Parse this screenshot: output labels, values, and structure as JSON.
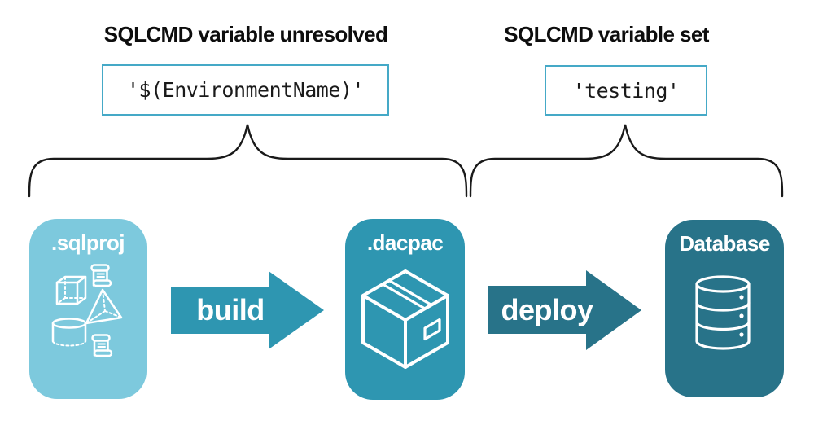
{
  "annotations": {
    "unresolved": {
      "title": "SQLCMD variable unresolved",
      "code": "'$(EnvironmentName)'"
    },
    "resolved": {
      "title": "SQLCMD variable set",
      "code": "'testing'"
    }
  },
  "pipeline": {
    "nodes": [
      {
        "id": "sqlproj",
        "label": ".sqlproj",
        "icon": "sql-objects-icon"
      },
      {
        "id": "dacpac",
        "label": ".dacpac",
        "icon": "package-icon"
      },
      {
        "id": "database",
        "label": "Database",
        "icon": "database-icon"
      }
    ],
    "steps": [
      {
        "id": "build",
        "label": "build"
      },
      {
        "id": "deploy",
        "label": "deploy"
      }
    ]
  },
  "colors": {
    "node_sqlproj_bg": "#7DC9DD",
    "node_dacpac_bg": "#2E96B1",
    "node_database_bg": "#287389",
    "arrow_build": "#2E96B1",
    "arrow_deploy": "#287389",
    "code_box_border": "#45A9C7",
    "brace_stroke": "#1a1a1a",
    "title_text": "#0d0d0d",
    "code_text": "#1a1a1a",
    "node_label_text": "#ffffff"
  }
}
